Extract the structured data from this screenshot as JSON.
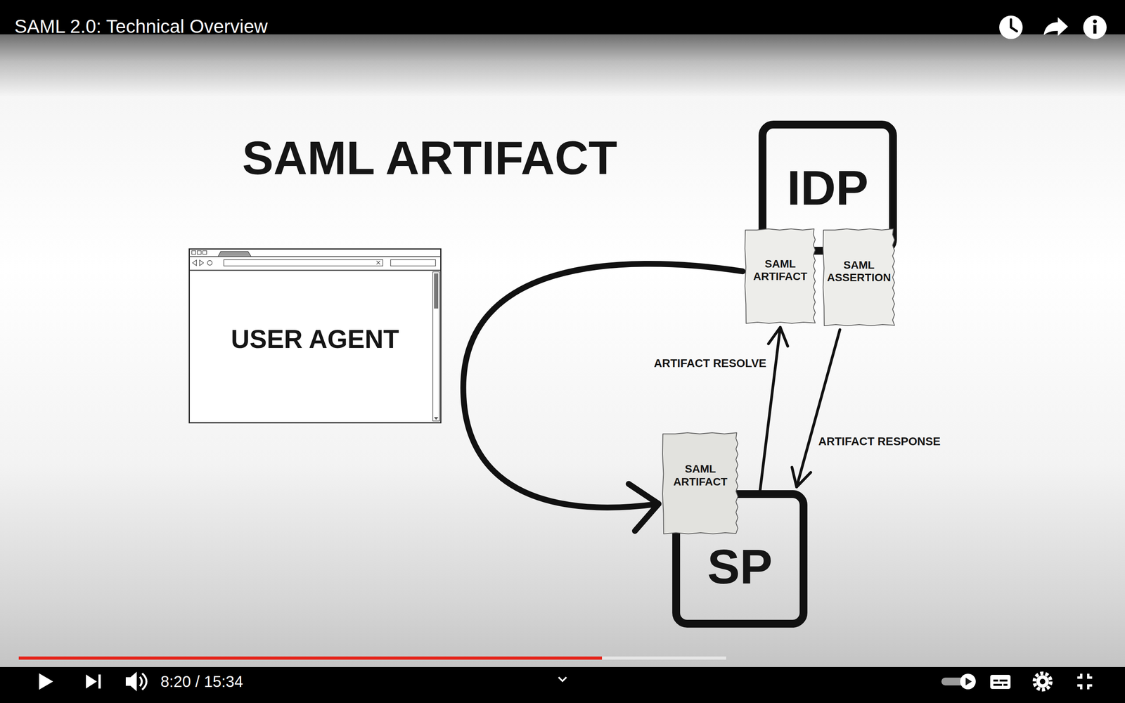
{
  "diagram": {
    "title": "SAML ARTIFACT",
    "nodes": [
      {
        "text": [
          "USER AGENT"
        ]
      },
      {
        "text": [
          "IDP"
        ]
      },
      {
        "text": [
          "SAML ARTIFACT"
        ]
      },
      {
        "text": [
          "SAML ASSERTION"
        ]
      },
      {
        "text": [
          "SAML ARTIFACT"
        ]
      },
      {
        "text": [
          "SP"
        ]
      }
    ],
    "edges": [
      {
        "from": 2,
        "to": 4,
        "arrow": "to"
      },
      {
        "from": 5,
        "to": 2,
        "label": "ARTIFACT RESOLVE",
        "arrow": "to"
      },
      {
        "from": 3,
        "to": 5,
        "label": "ARTIFACT RESPONSE",
        "arrow": "to"
      }
    ],
    "labels": [
      "SAML 2.0: Technical Overview",
      "8:20 / 15:34"
    ]
  }
}
